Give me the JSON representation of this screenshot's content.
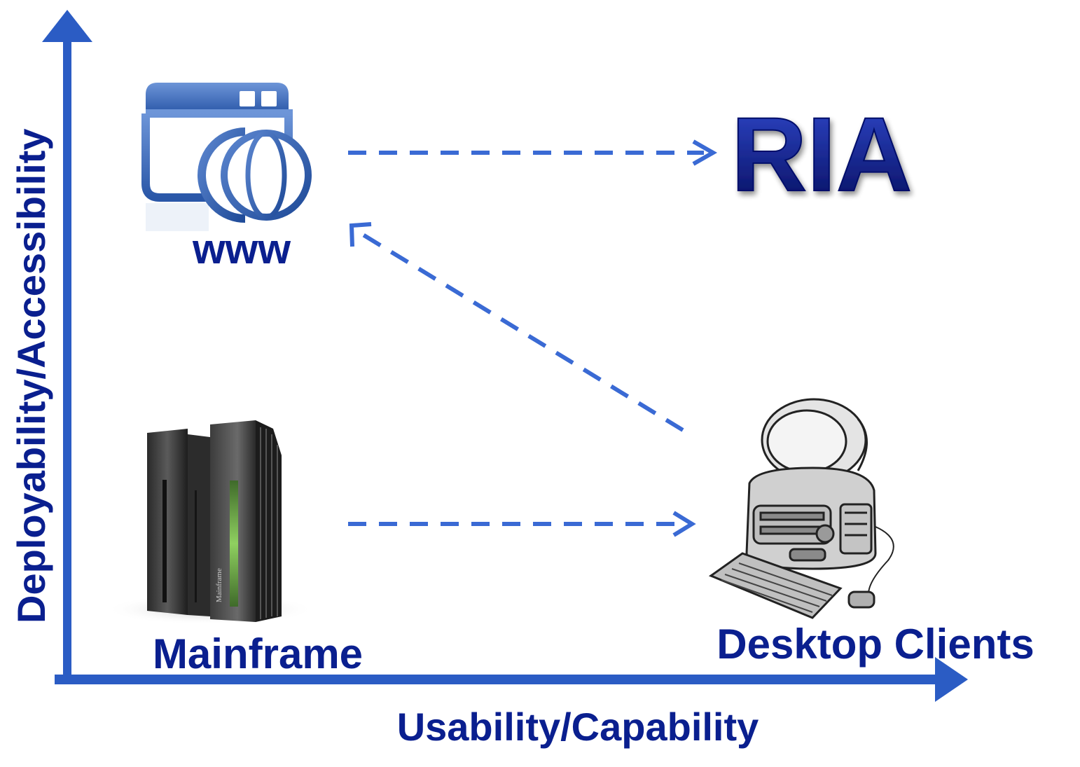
{
  "axes": {
    "y_label": "Deployability/Accessibility",
    "x_label": "Usability/Capability"
  },
  "nodes": {
    "www": {
      "label": "www",
      "icon": "web-browser-globe-icon"
    },
    "ria": {
      "label": "RIA"
    },
    "mainframe": {
      "label": "Mainframe",
      "icon": "mainframe-server-icon",
      "plate_text": "Mainframe"
    },
    "desktop": {
      "label": "Desktop Clients",
      "icon": "desktop-computer-icon"
    }
  },
  "colors": {
    "axis": "#2b5cc4",
    "arrow": "#3a6ad4",
    "label": "#0a1f8f",
    "ria_light": "#2a3fc4",
    "ria_dark": "#06106a"
  }
}
